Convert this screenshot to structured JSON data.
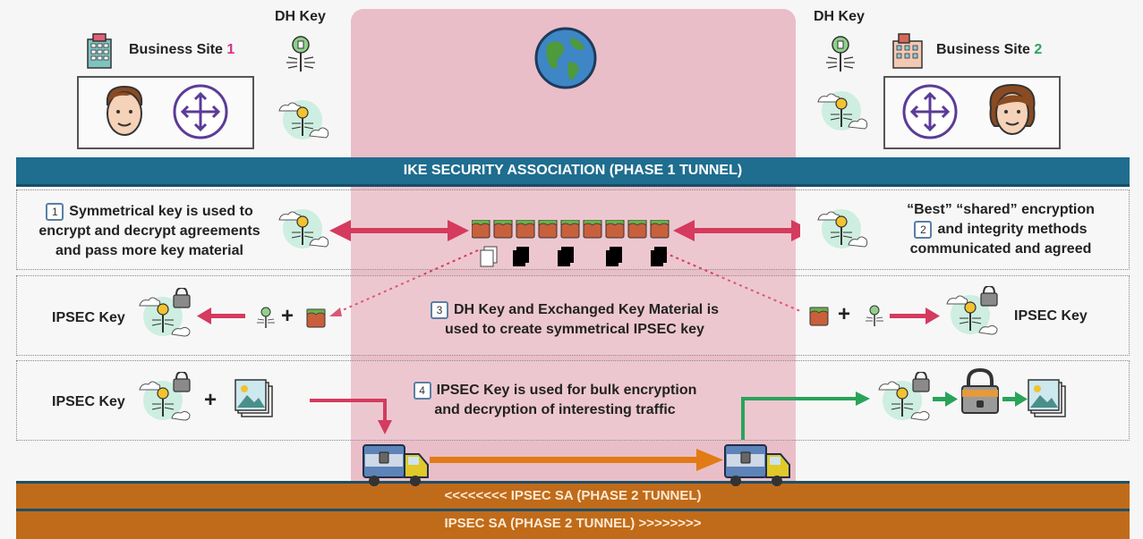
{
  "header": {
    "site1_label": "Business Site",
    "site1_num": "1",
    "site2_label": "Business Site",
    "site2_num": "2",
    "dh_key_left": "DH Key",
    "dh_key_right": "DH Key"
  },
  "ike_bar": "IKE SECURITY ASSOCIATION (PHASE 1 TUNNEL)",
  "step1": {
    "num": "1",
    "line1": "Symmetrical key is used to",
    "line2": "encrypt and decrypt agreements",
    "line3": "and pass more key material"
  },
  "step2": {
    "num": "2",
    "line1": "“Best” “shared” encryption",
    "line2": "and integrity methods",
    "line3": "communicated and agreed"
  },
  "step3": {
    "num": "3",
    "line1": "DH Key and Exchanged Key Material is",
    "line2": "used to create symmetrical IPSEC key"
  },
  "step4": {
    "num": "4",
    "line1": "IPSEC Key is used for bulk encryption",
    "line2": "and decryption of interesting traffic"
  },
  "ipsec_key_left_row3": "IPSEC Key",
  "ipsec_key_right_row3": "IPSEC Key",
  "ipsec_key_left_row4": "IPSEC Key",
  "plus": "+",
  "ipsec_sa_1": "<<<<<<<< IPSEC SA (PHASE 2 TUNNEL)",
  "ipsec_sa_2": "IPSEC SA (PHASE 2 TUNNEL) >>>>>>>>",
  "colors": {
    "site1_accent": "#d63384",
    "site2_accent": "#2aa35a",
    "ike_bar": "#1f6d8f",
    "ipsec_bar": "#c06b1a",
    "pink_zone": "#e8b4bf",
    "arrow_red": "#d43b5e",
    "arrow_green": "#2aa35a",
    "arrow_orange": "#e07b16"
  }
}
